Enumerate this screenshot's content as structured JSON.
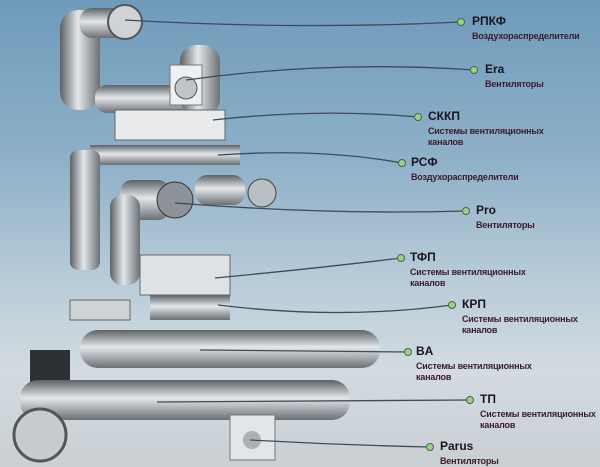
{
  "labels": [
    {
      "name": "РПКФ",
      "sub": "Воздухораспределители"
    },
    {
      "name": "Era",
      "sub": "Вентиляторы"
    },
    {
      "name": "СККП",
      "sub": "Системы вентиляционных каналов"
    },
    {
      "name": "РСФ",
      "sub": "Воздухораспределители"
    },
    {
      "name": "Pro",
      "sub": "Вентиляторы"
    },
    {
      "name": "ТФП",
      "sub": "Системы вентиляционных каналов"
    },
    {
      "name": "КРП",
      "sub": "Системы вентиляционных каналов"
    },
    {
      "name": "BA",
      "sub": "Системы вентиляционных каналов"
    },
    {
      "name": "ТП",
      "sub": "Системы вентиляционных каналов"
    },
    {
      "name": "Parus",
      "sub": "Вентиляторы"
    }
  ],
  "colors": {
    "dot": "#9fd08a",
    "line": "#3d4c58"
  }
}
